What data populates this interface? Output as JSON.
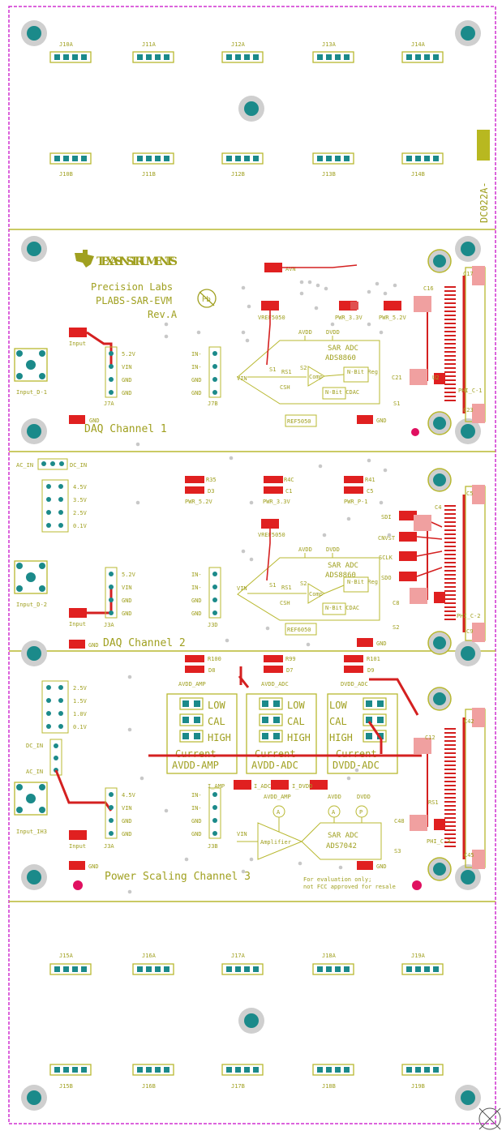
{
  "board": {
    "id": "DC022A-",
    "brand": "TEXAS INSTRUMENTS",
    "subtitle": "Precision Labs",
    "name": "PLABS-SAR-EVM",
    "rev": "Rev.A",
    "pb_logo": "Pb",
    "note_line1": "For evaluation only;",
    "note_line2": "not FCC approved for resale"
  },
  "top_headers": {
    "row_a": [
      "J10A",
      "J11A",
      "J12A",
      "J13A",
      "J14A"
    ],
    "row_b": [
      "J10B",
      "J11B",
      "J12B",
      "J13B",
      "J14B"
    ]
  },
  "bottom_headers": {
    "row_a": [
      "J15A",
      "J16A",
      "J17A",
      "J18A",
      "J19A"
    ],
    "row_b": [
      "J15B",
      "J16B",
      "J17B",
      "J18B",
      "J19B"
    ]
  },
  "channel1": {
    "title": "DAQ Channel 1",
    "input_label": "Input",
    "bnc_label": "Input_D-1",
    "j7a": "J7A",
    "j7b": "J7B",
    "j7a_pins": [
      "5.2V",
      "VIN",
      "GND",
      "GND"
    ],
    "j7b_pins": [
      "IN-",
      "IN-",
      "GND",
      "GND"
    ],
    "gnd1": "GND",
    "gnd2": "GND",
    "avn": "AVN",
    "vref": "VREF5050",
    "pwr33": "PWR_3.3V",
    "pwr52": "PWR_5.2V",
    "avdd": "AVDD",
    "dvdd": "DVDD",
    "adc_line1": "SAR ADC",
    "adc_line2": "ADS8860",
    "comp": "Comp",
    "nbit_reg": "N-Bit Reg",
    "nbit_cdac": "N-Bit CDAC",
    "vin": "VIN",
    "s1": "S1",
    "s2": "S2",
    "rs1": "RS1",
    "csh": "CSH",
    "refs": "REF5050",
    "phi": "PHI_C-1",
    "c16": "C16",
    "c17": "C17",
    "c21": "C21",
    "c23": "C23",
    "u2": "U2",
    "s1b": "S1"
  },
  "channel2": {
    "title": "DAQ Channel 2",
    "ac_in": "AC_IN",
    "dc_in": "DC_IN",
    "ref_pins": [
      "4.5V",
      "3.5V",
      "2.5V",
      "0.1V"
    ],
    "input_label": "Input",
    "bnc_label": "Input_D-2",
    "j3a": "J3A",
    "j3d": "J3D",
    "j3a_pins": [
      "5.2V",
      "VIN",
      "GND",
      "GND"
    ],
    "j3d_pins": [
      "IN-",
      "IN-",
      "GND",
      "GND"
    ],
    "gnd1": "GND",
    "gnd2": "GND",
    "r35": "R35",
    "d3": "D3",
    "r4c": "R4C",
    "c1": "C1",
    "r41": "R41",
    "c5": "C5",
    "pwr52": "PWR_5.2V",
    "pwr33": "PWR_3.3V",
    "pwrp1": "PWR_P-1",
    "vref": "VREF5050",
    "sdi": "SDI",
    "cnvst": "CNVST",
    "sclk": "SCLK",
    "sdo": "SDO",
    "avdd": "AVDD",
    "dvdd": "DVDD",
    "adc_line1": "SAR ADC",
    "adc_line2": "ADS8860",
    "comp": "Comp",
    "nbit_reg": "N-Bit Reg",
    "nbit_cdac": "N-Bit CDAC",
    "vin": "VIN",
    "s1": "S1",
    "s2": "S2",
    "rs1": "RS1",
    "csh": "CSH",
    "refs": "REF6050",
    "phi": "PHI_C-2",
    "c4": "C4",
    "c8": "C8",
    "c9": "C9",
    "s2b": "S2"
  },
  "channel3": {
    "title": "Power Scaling Channel 3",
    "ref_pins": [
      "2.5V",
      "1.5V",
      "1.0V",
      "0.1V"
    ],
    "dc_in": "DC_IN",
    "ac_in": "AC_IN",
    "input_label": "Input",
    "bnc_label": "Input_IH3",
    "j3a": "J3A",
    "j3b": "J3B",
    "j3a_pins": [
      "4.5V",
      "VIN",
      "GND",
      "GND"
    ],
    "j3b_pins": [
      "IN-",
      "IN-",
      "GND",
      "GND"
    ],
    "gnd1": "GND",
    "gnd2": "GND",
    "r100": "R100",
    "d8": "D8",
    "r99": "R99",
    "d7": "D7",
    "r101": "R101",
    "d9": "D9",
    "avdd_amp_top": "AVDD_AMP",
    "avdd_adc_top": "AVDD_ADC",
    "dvdd_top": "DVDD_ADC",
    "sel_low": "LOW",
    "sel_cal": "CAL",
    "sel_high": "HIGH",
    "current": "Current",
    "grp1": "AVDD-AMP",
    "grp2": "AVDD-ADC",
    "grp3": "DVDD-ADC",
    "i_amp": "I_AMP",
    "i_adc": "I_ADC",
    "i_dvdd": "I_DVDD",
    "avdd_amp": "AVDD_AMP",
    "avdd": "AVDD",
    "dvdd": "DVDD",
    "amp_label": "Amplifier",
    "adc_line1": "SAR ADC",
    "adc_line2": "ADS7042",
    "vin": "VIN",
    "meter_a": "A",
    "meter_p": "P",
    "c42": "C42",
    "c12": "C12",
    "c45": "C45",
    "c48": "C48",
    "s3": "S3",
    "phi": "PHI_C-3",
    "rs1": "RS1"
  }
}
